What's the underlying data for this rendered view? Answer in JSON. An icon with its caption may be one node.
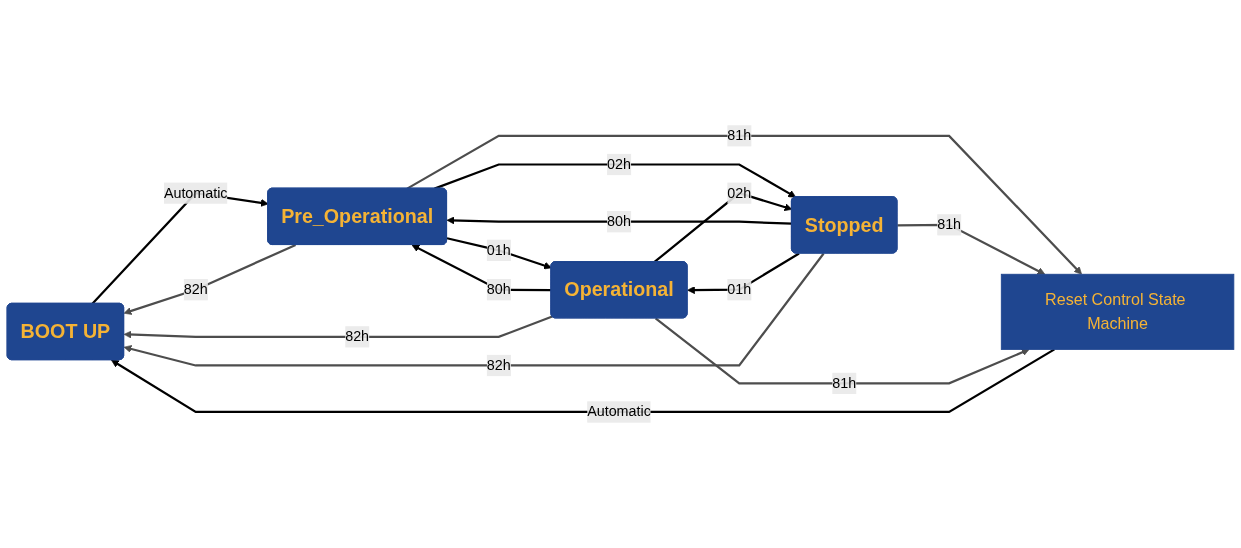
{
  "diagram": {
    "nodes": [
      {
        "text": [
          "BOOT UP"
        ]
      },
      {
        "text": [
          "Pre_Operational"
        ]
      },
      {
        "text": [
          "Operational"
        ]
      },
      {
        "text": [
          "Reset Control State Machine"
        ]
      },
      {
        "text": [
          "Stopped"
        ]
      }
    ],
    "edges": [
      {
        "from": 0,
        "to": 1,
        "arrow": "to",
        "label": "Automatic"
      },
      {
        "from": 2,
        "to": 1,
        "arrow": "to",
        "label": "80h"
      },
      {
        "from": 1,
        "to": 2,
        "arrow": "to",
        "label": "01h"
      },
      {
        "from": 1,
        "to": 4,
        "arrow": "to",
        "label": "02h"
      },
      {
        "from": 4,
        "to": 1,
        "arrow": "to",
        "label": "80h"
      },
      {
        "from": 2,
        "to": 4,
        "arrow": "to",
        "label": "02h"
      },
      {
        "from": 4,
        "to": 2,
        "arrow": "to",
        "label": "01h"
      },
      {
        "from": 1,
        "to": 3,
        "arrow": "to",
        "label": "81h",
        "color": "#4d4d4d"
      },
      {
        "from": 4,
        "to": 3,
        "arrow": "to",
        "label": "81h",
        "color": "#4d4d4d"
      },
      {
        "from": 2,
        "to": 3,
        "arrow": "to",
        "label": "81h",
        "color": "#4d4d4d"
      },
      {
        "from": 3,
        "to": 0,
        "arrow": "to",
        "label": "Automatic"
      },
      {
        "from": 2,
        "to": 0,
        "arrow": "to",
        "label": "82h",
        "color": "#4d4d4d"
      },
      {
        "from": 4,
        "to": 0,
        "arrow": "to",
        "label": "82h",
        "color": "#4d4d4d"
      },
      {
        "from": 1,
        "to": 0,
        "arrow": "to",
        "label": "82h",
        "color": "#4d4d4d"
      }
    ]
  }
}
